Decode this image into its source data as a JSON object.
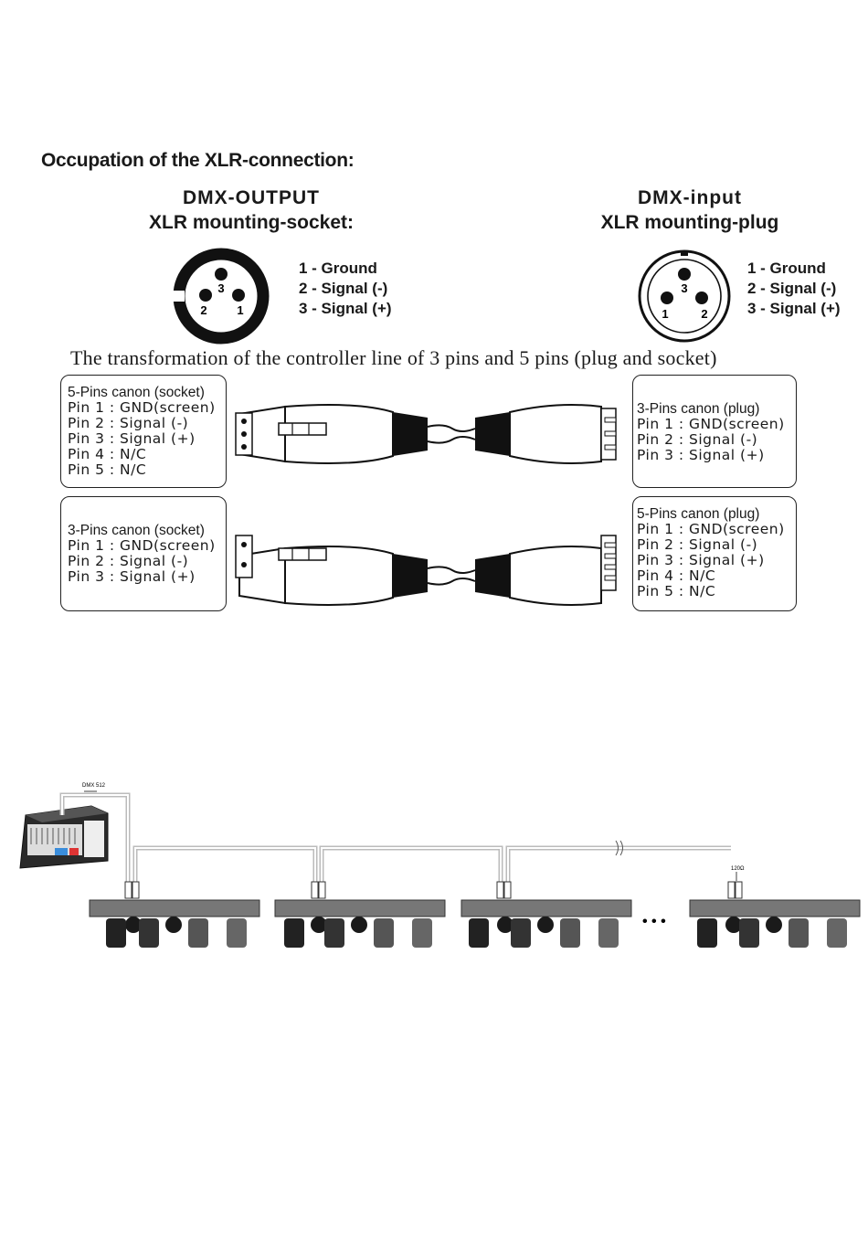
{
  "section_title": "Occupation of the XLR-connection:",
  "output": {
    "title_line1": "DMX-OUTPUT",
    "title_line2": "XLR mounting-socket:",
    "pins": [
      "1 - Ground",
      "2 - Signal (-)",
      "3 - Signal (+)"
    ],
    "pin_numbers": [
      "3",
      "2",
      "1"
    ]
  },
  "input": {
    "title_line1": "DMX-input",
    "title_line2": "XLR mounting-plug",
    "pins": [
      "1 - Ground",
      "2 - Signal (-)",
      "3 - Signal (+)"
    ],
    "pin_numbers": [
      "3",
      "1",
      "2"
    ]
  },
  "transformation_title": "The transformation of the controller line of 3 pins and 5 pins (plug and socket)",
  "adapter1": {
    "left": [
      "5-Pins canon (socket)",
      "Pin 1 : GND(screen)",
      "Pin 2 : Signal (-)",
      "Pin 3 : Signal (+)",
      "Pin 4 : N/C",
      "Pin 5 : N/C"
    ],
    "right": [
      "3-Pins canon (plug)",
      "Pin 1 : GND(screen)",
      "Pin 2 : Signal (-)",
      "Pin 3 : Signal (+)"
    ]
  },
  "adapter2": {
    "left": [
      "3-Pins canon (socket)",
      "Pin 1 : GND(screen)",
      "Pin 2 : Signal (-)",
      "Pin 3 : Signal (+)"
    ],
    "right": [
      "5-Pins canon (plug)",
      "Pin 1 : GND(screen)",
      "Pin 2 : Signal (-)",
      "Pin 3 : Signal (+)",
      "Pin 4 : N/C",
      "Pin 5 : N/C"
    ]
  },
  "wiring": {
    "dmx_label": "DMX 512",
    "terminator_label": "120Ω",
    "ellipsis": "• • •"
  }
}
